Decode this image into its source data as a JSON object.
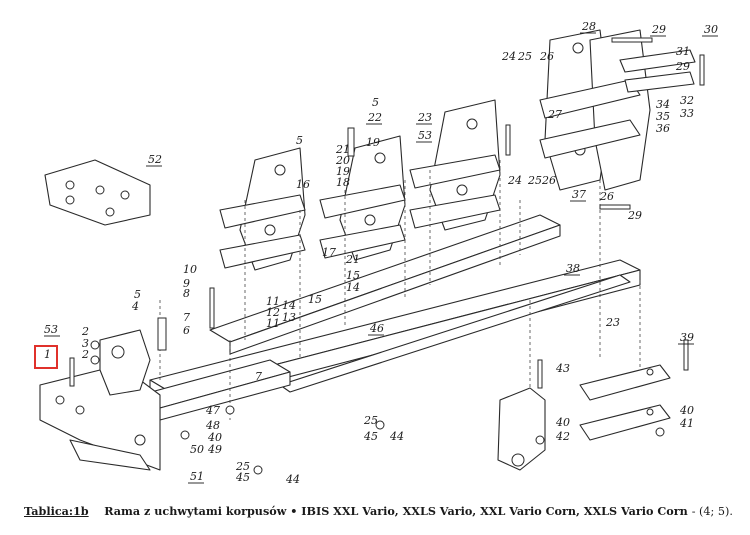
{
  "callouts": [
    "1",
    "2",
    "3",
    "4",
    "5",
    "6",
    "7",
    "8",
    "9",
    "10",
    "11",
    "12",
    "13",
    "14",
    "15",
    "16",
    "17",
    "18",
    "19",
    "20",
    "21",
    "22",
    "23",
    "24",
    "25",
    "26",
    "27",
    "28",
    "29",
    "30",
    "31",
    "32",
    "33",
    "34",
    "35",
    "36",
    "37",
    "38",
    "39",
    "40",
    "41",
    "42",
    "43",
    "44",
    "45",
    "46",
    "47",
    "48",
    "49",
    "50",
    "51",
    "52",
    "53"
  ],
  "highlighted": "1",
  "caption": {
    "ref": "Tablica:1b",
    "title": "Rama z uchwytami korpusów • IBIS XXL Vario, XXLS Vario, XXL Vario Corn, XXLS Vario Corn",
    "suffix": " - (4; 5)."
  },
  "colors": {
    "highlight": "#e0312b",
    "line": "#2a2a2a"
  }
}
